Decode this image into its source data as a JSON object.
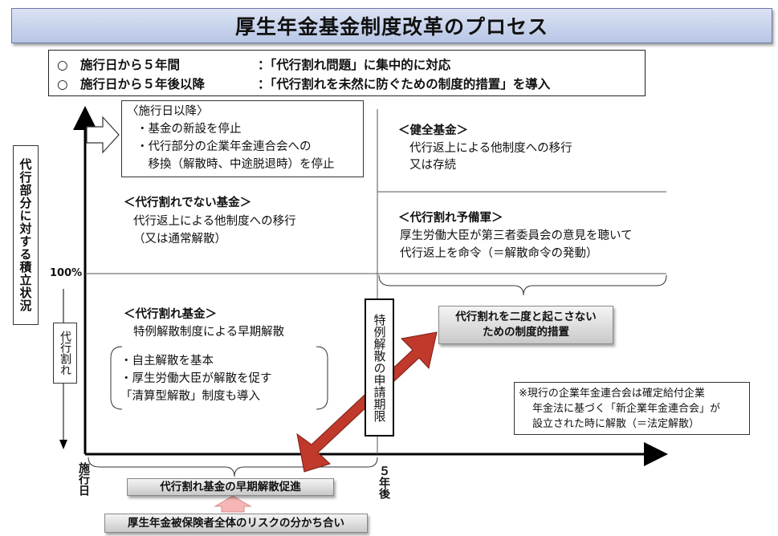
{
  "title": "厚生年金基金制度改革のプロセス",
  "summary": {
    "rows": [
      {
        "col1": "○　施行日から５年間",
        "col2": "：「代行割れ問題」に集中的に対応"
      },
      {
        "col1": "○　施行日から５年後以降",
        "col2": "：「代行割れを未然に防ぐための制度的措置」を導入"
      }
    ]
  },
  "axes": {
    "y_label": "代行部分に対する積立状況",
    "y_100": "100%",
    "y_lower": "代行割れ",
    "x_origin": "施行日",
    "x_5years": "５年後"
  },
  "after_enforcement": {
    "heading": "〈施行日以降〉",
    "items": [
      "・基金の新設を停止",
      "・代行部分の企業年金連合会への",
      "　移換（解散時、中途脱退時）を停止"
    ]
  },
  "healthy_fund": {
    "heading": "＜健全基金＞",
    "lines": [
      "代行返上による他制度への移行",
      "又は存続"
    ]
  },
  "non_deficit_fund": {
    "heading": "＜代行割れでない基金＞",
    "lines": [
      "代行返上による他制度への移行",
      "（又は通常解散）"
    ]
  },
  "reserve_fund": {
    "heading": "＜代行割れ予備軍＞",
    "lines": [
      "厚生労働大臣が第三者委員会の意見を聴いて",
      "代行返上を命令（＝解散命令の発動）"
    ]
  },
  "deficit_fund": {
    "heading": "＜代行割れ基金＞",
    "subheading": "特例解散制度による早期解散",
    "items": [
      "・自主解散を基本",
      "・厚生労働大臣が解散を促す",
      "「清算型解散」制度も導入"
    ]
  },
  "deadline_box": "特例解散の申請期限",
  "measure_box": {
    "line1": "代行割れを二度と起こさない",
    "line2": "ための制度的措置"
  },
  "note": {
    "lines": [
      "※現行の企業年金連合会は確定給付企業",
      "年金法に基づく「新企業年金連合会」が",
      "設立された時に解散（＝法定解散）"
    ]
  },
  "bottom_box1": "代行割れ基金の早期解散促進",
  "bottom_box2": "厚生年金被保険者全体のリスクの分かち合い",
  "colors": {
    "arrow_red": "#c0392b",
    "title_bg": "#c5d1ec",
    "pink_arrow": "#f7b6b6"
  }
}
